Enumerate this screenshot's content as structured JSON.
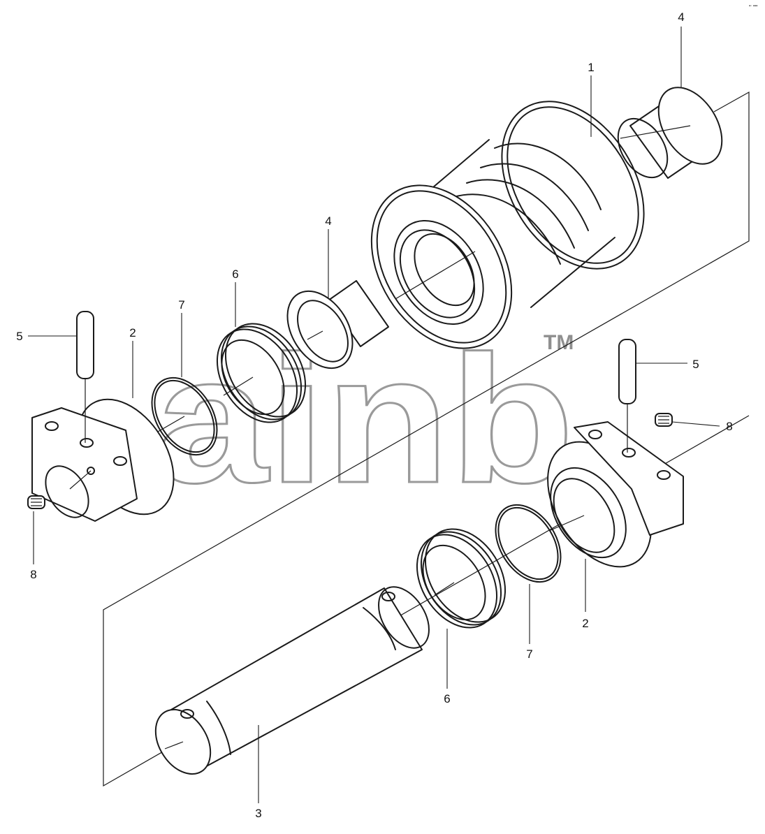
{
  "diagram": {
    "corner_mark": "▪◦ ▪▪▪",
    "watermark": {
      "text": "ainb",
      "trademark": "TM"
    },
    "callouts": [
      {
        "id": "c1",
        "label": "1"
      },
      {
        "id": "c2a",
        "label": "2"
      },
      {
        "id": "c2b",
        "label": "2"
      },
      {
        "id": "c3",
        "label": "3"
      },
      {
        "id": "c4a",
        "label": "4"
      },
      {
        "id": "c4b",
        "label": "4"
      },
      {
        "id": "c5a",
        "label": "5"
      },
      {
        "id": "c5b",
        "label": "5"
      },
      {
        "id": "c6a",
        "label": "6"
      },
      {
        "id": "c6b",
        "label": "6"
      },
      {
        "id": "c7a",
        "label": "7"
      },
      {
        "id": "c7b",
        "label": "7"
      },
      {
        "id": "c8a",
        "label": "8"
      },
      {
        "id": "c8b",
        "label": "8"
      }
    ]
  }
}
